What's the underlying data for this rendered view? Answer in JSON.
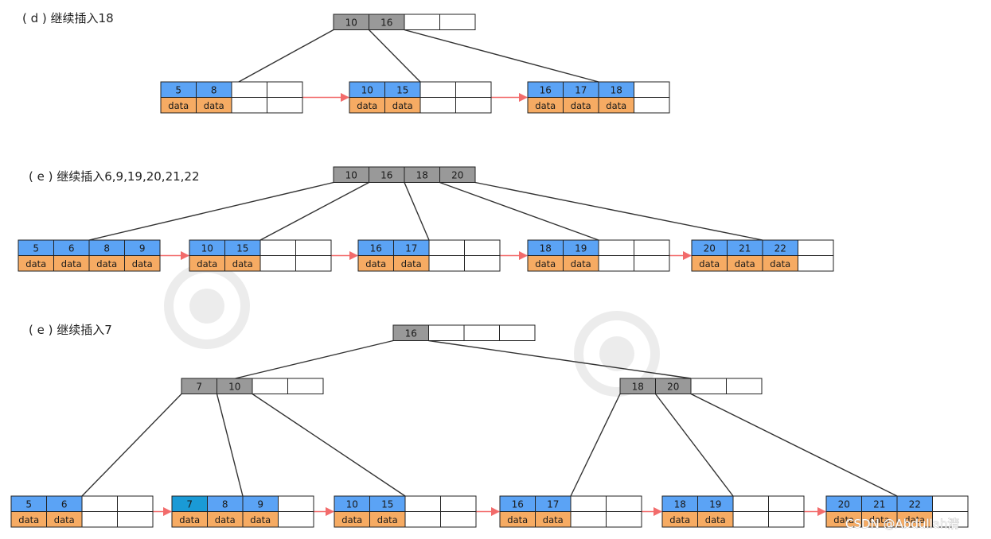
{
  "colors": {
    "internal": "#999999",
    "leaf_key": "#5ba3f5",
    "leaf_key_highlight": "#1a9ad6",
    "leaf_data": "#f6ab63",
    "empty": "#ffffff",
    "border": "#222222",
    "edge": "#333333",
    "arrow": "#f26b6b"
  },
  "sections": [
    {
      "id": "d",
      "title": "( d ) 继续插入18",
      "internal": [
        {
          "id": "d-root",
          "keys": [
            "10",
            "16",
            "",
            ""
          ]
        }
      ],
      "leaves": [
        {
          "id": "d-l0",
          "keys": [
            "5",
            "8",
            "",
            ""
          ],
          "data": [
            "data",
            "data",
            "",
            ""
          ],
          "highlight": []
        },
        {
          "id": "d-l1",
          "keys": [
            "10",
            "15",
            "",
            ""
          ],
          "data": [
            "data",
            "data",
            "",
            ""
          ],
          "highlight": []
        },
        {
          "id": "d-l2",
          "keys": [
            "16",
            "17",
            "18",
            ""
          ],
          "data": [
            "data",
            "data",
            "data",
            ""
          ],
          "highlight": []
        }
      ]
    },
    {
      "id": "e1",
      "title": "( e ) 继续插入6,9,19,20,21,22",
      "internal": [
        {
          "id": "e1-root",
          "keys": [
            "10",
            "16",
            "18",
            "20"
          ]
        }
      ],
      "leaves": [
        {
          "id": "e1-l0",
          "keys": [
            "5",
            "6",
            "8",
            "9"
          ],
          "data": [
            "data",
            "data",
            "data",
            "data"
          ],
          "highlight": []
        },
        {
          "id": "e1-l1",
          "keys": [
            "10",
            "15",
            "",
            ""
          ],
          "data": [
            "data",
            "data",
            "",
            ""
          ],
          "highlight": []
        },
        {
          "id": "e1-l2",
          "keys": [
            "16",
            "17",
            "",
            ""
          ],
          "data": [
            "data",
            "data",
            "",
            ""
          ],
          "highlight": []
        },
        {
          "id": "e1-l3",
          "keys": [
            "18",
            "19",
            "",
            ""
          ],
          "data": [
            "data",
            "data",
            "",
            ""
          ],
          "highlight": []
        },
        {
          "id": "e1-l4",
          "keys": [
            "20",
            "21",
            "22",
            ""
          ],
          "data": [
            "data",
            "data",
            "data",
            ""
          ],
          "highlight": []
        }
      ]
    },
    {
      "id": "e2",
      "title": "( e ) 继续插入7",
      "internal": [
        {
          "id": "e2-root",
          "keys": [
            "16",
            "",
            "",
            ""
          ]
        },
        {
          "id": "e2-left",
          "keys": [
            "7",
            "10",
            "",
            ""
          ]
        },
        {
          "id": "e2-right",
          "keys": [
            "18",
            "20",
            "",
            ""
          ]
        }
      ],
      "leaves": [
        {
          "id": "e2-l0",
          "keys": [
            "5",
            "6",
            "",
            ""
          ],
          "data": [
            "data",
            "data",
            "",
            ""
          ],
          "highlight": []
        },
        {
          "id": "e2-l1",
          "keys": [
            "7",
            "8",
            "9",
            ""
          ],
          "data": [
            "data",
            "data",
            "data",
            ""
          ],
          "highlight": [
            0
          ]
        },
        {
          "id": "e2-l2",
          "keys": [
            "10",
            "15",
            "",
            ""
          ],
          "data": [
            "data",
            "data",
            "",
            ""
          ],
          "highlight": []
        },
        {
          "id": "e2-l3",
          "keys": [
            "16",
            "17",
            "",
            ""
          ],
          "data": [
            "data",
            "data",
            "",
            ""
          ],
          "highlight": []
        },
        {
          "id": "e2-l4",
          "keys": [
            "18",
            "19",
            "",
            ""
          ],
          "data": [
            "data",
            "data",
            "",
            ""
          ],
          "highlight": []
        },
        {
          "id": "e2-l5",
          "keys": [
            "20",
            "21",
            "22",
            ""
          ],
          "data": [
            "data",
            "data",
            "data",
            ""
          ],
          "highlight": []
        }
      ]
    }
  ],
  "footer": "CSDN @Abdullah清"
}
